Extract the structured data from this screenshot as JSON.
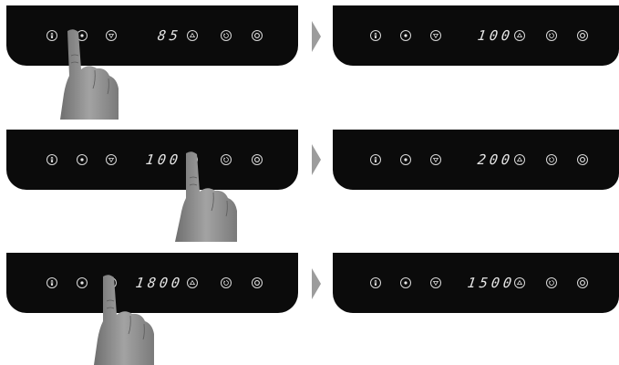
{
  "steps": [
    {
      "before": {
        "readout": "85"
      },
      "after": {
        "readout": "100"
      },
      "pressed": "mode-button"
    },
    {
      "before": {
        "readout": "100"
      },
      "after": {
        "readout": "200"
      },
      "pressed": "up-button"
    },
    {
      "before": {
        "readout": "1800"
      },
      "after": {
        "readout": "1500"
      },
      "pressed": "down-button"
    }
  ],
  "icons": {
    "button1": "thermometer-icon",
    "button2": "mode-icon",
    "button3": "down-arrow-icon",
    "button4": "up-arrow-icon",
    "button5": "timer-icon",
    "button6": "power-icon"
  },
  "colors": {
    "panel": "#0b0b0b",
    "display": "#e6e6e6",
    "arrow": "#9c9c9c",
    "hand": "#8e8e8e"
  }
}
